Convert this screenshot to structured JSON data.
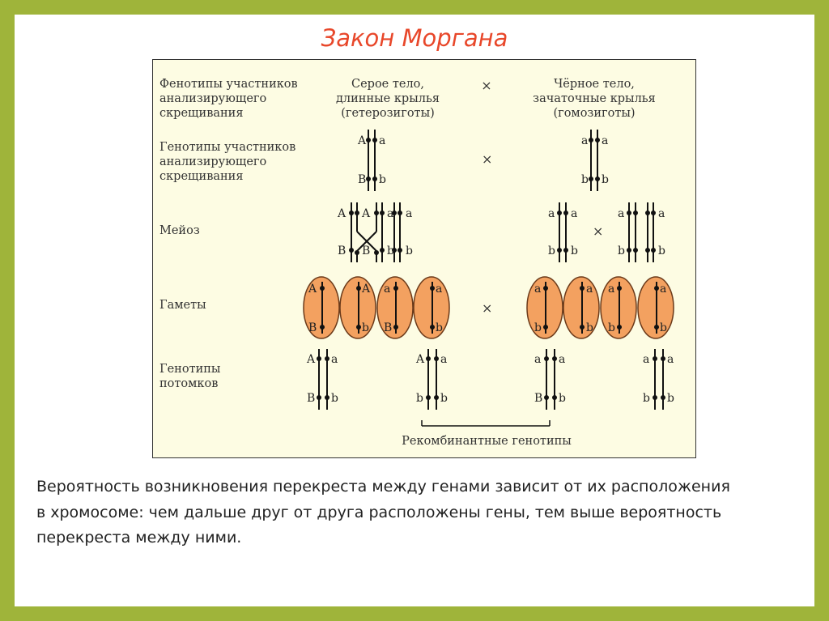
{
  "title": "Закон Моргана",
  "rows": {
    "phenotypes": [
      "Фенотипы участников",
      "анализирующего",
      "скрещивания"
    ],
    "genotypes": [
      "Генотипы участников",
      "анализирующего",
      "скрещивания"
    ],
    "meiosis": "Мейоз",
    "gametes": "Гаметы",
    "offspring": [
      "Генотипы",
      "потомков"
    ]
  },
  "headers": {
    "parent1": [
      "Серое тело,",
      "длинные крылья",
      "(гетерозиготы)"
    ],
    "cross": "×",
    "parent2": [
      "Чёрное тело,",
      "зачаточные крылья",
      "(гомозиготы)"
    ]
  },
  "recombinant_label": "Рекомбинантные генотипы",
  "paragraph": [
    "Вероятность возникновения перекреста между генами зависит от их расположения",
    "в хромосоме: чем дальше друг от друга расположены гены, тем выше вероятность",
    "перекреста между ними."
  ],
  "gene_labels": {
    "parent1_genotype": [
      "A",
      "a",
      "B",
      "b"
    ],
    "parent2_genotype": [
      "a",
      "a",
      "b",
      "b"
    ],
    "gametes_p1": [
      [
        "A",
        "B"
      ],
      [
        "A",
        "b"
      ],
      [
        "a",
        "B"
      ],
      [
        "a",
        "b"
      ]
    ],
    "gametes_p2": [
      [
        "a",
        "b"
      ],
      [
        "a",
        "b"
      ],
      [
        "a",
        "b"
      ],
      [
        "a",
        "b"
      ]
    ],
    "offspring": [
      [
        "A",
        "a",
        "B",
        "b"
      ],
      [
        "A",
        "a",
        "b",
        "b"
      ],
      [
        "a",
        "a",
        "B",
        "b"
      ],
      [
        "a",
        "a",
        "b",
        "b"
      ]
    ]
  },
  "colors": {
    "border": "#9fb43a",
    "title": "#e8472a",
    "panel": "#fdfce3",
    "gamete_fill": "#f3a160"
  }
}
